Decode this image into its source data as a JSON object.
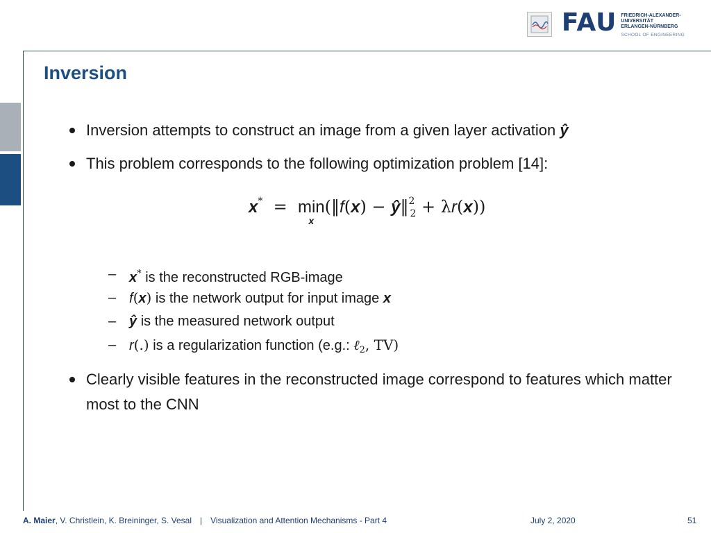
{
  "header": {
    "fau_word": "FAU",
    "fau_lines": [
      "FRIEDRICH-ALEXANDER-",
      "UNIVERSITÄT",
      "ERLANGEN-NÜRNBERG"
    ],
    "fau_sub": "SCHOOL OF ENGINEERING"
  },
  "slide": {
    "title": "Inversion",
    "bullet1": "Inversion attempts to construct an image from a given layer activation",
    "bullet2": "This problem corresponds to the following optimization problem [14]:",
    "bullet3": "Clearly visible features in the reconstructed image correspond to features which matter most to the CNN",
    "sub1": "is the reconstructed RGB-image",
    "sub2": "is the network output for input image",
    "sub3": "is the measured network output",
    "sub4": "is a regularization function (e.g.:"
  },
  "footer": {
    "lead_author": "A. Maier",
    "other_authors": ", V. Christlein, K. Breininger, S. Vesal",
    "separator": "|",
    "course": "Visualization and Attention Mechanisms - Part 4",
    "date": "July 2, 2020",
    "page": "51"
  },
  "colors": {
    "accent": "#1d4e82",
    "side_gray": "#a9b0b8",
    "text": "#1a1a1a"
  }
}
